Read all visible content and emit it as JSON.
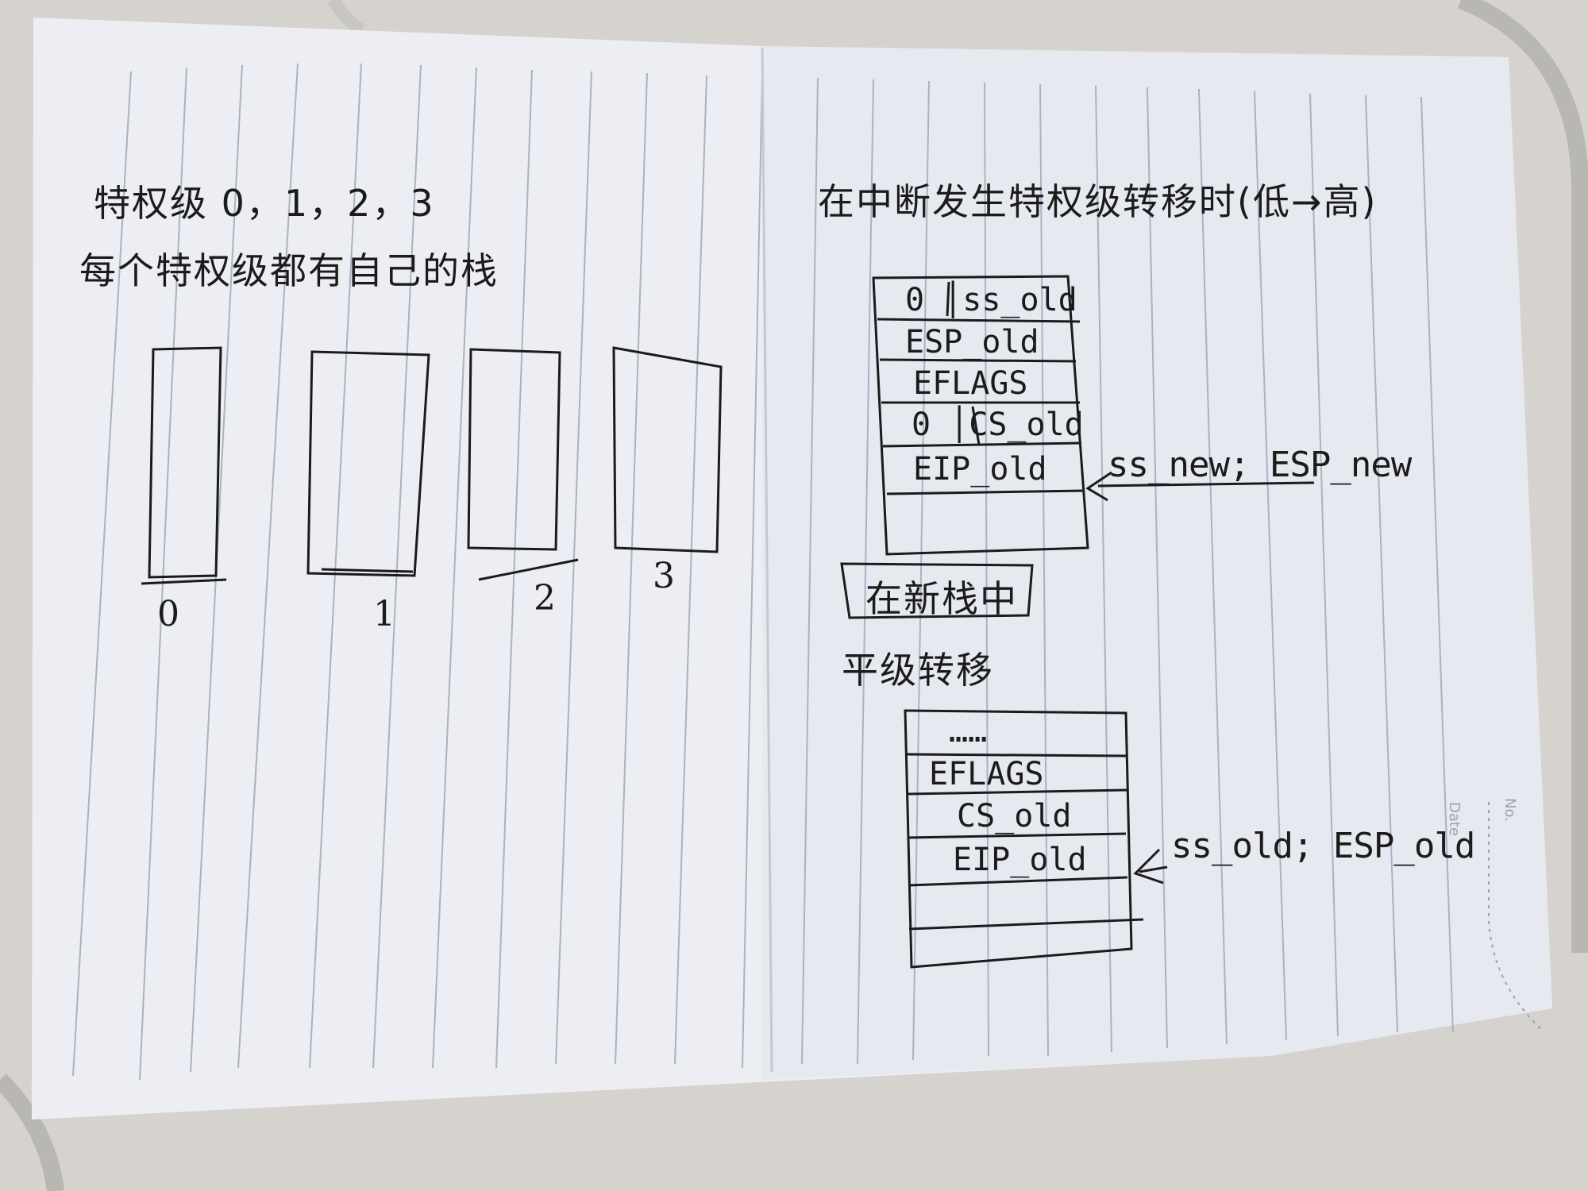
{
  "colors": {
    "paper": "#eceef3",
    "ink": "#1b1b1b",
    "rule": "#a9b2c2",
    "background": "#d6d3ce"
  },
  "left_page": {
    "title": "特权级 0，1，2，3",
    "subtitle": "每个特权级都有自己的栈",
    "stack_labels": [
      "0",
      "1",
      "2",
      "3"
    ]
  },
  "right_page": {
    "title": "在中断发生特权级转移时(低→高)",
    "stack_high": {
      "cells": [
        "0 │ss_old",
        "ESP_old",
        "EFLAGS",
        "0 │CS_old",
        "EIP_old"
      ],
      "pointer": "ss_new; ESP_new"
    },
    "box_label": "在新栈中",
    "same_level_label": "平级转移",
    "stack_same": {
      "cells": [
        "……",
        "EFLAGS",
        "CS_old",
        "EIP_old"
      ],
      "pointer": "ss_old; ESP_old"
    }
  },
  "margin": {
    "no_label": "No.",
    "date_label": "Date"
  }
}
